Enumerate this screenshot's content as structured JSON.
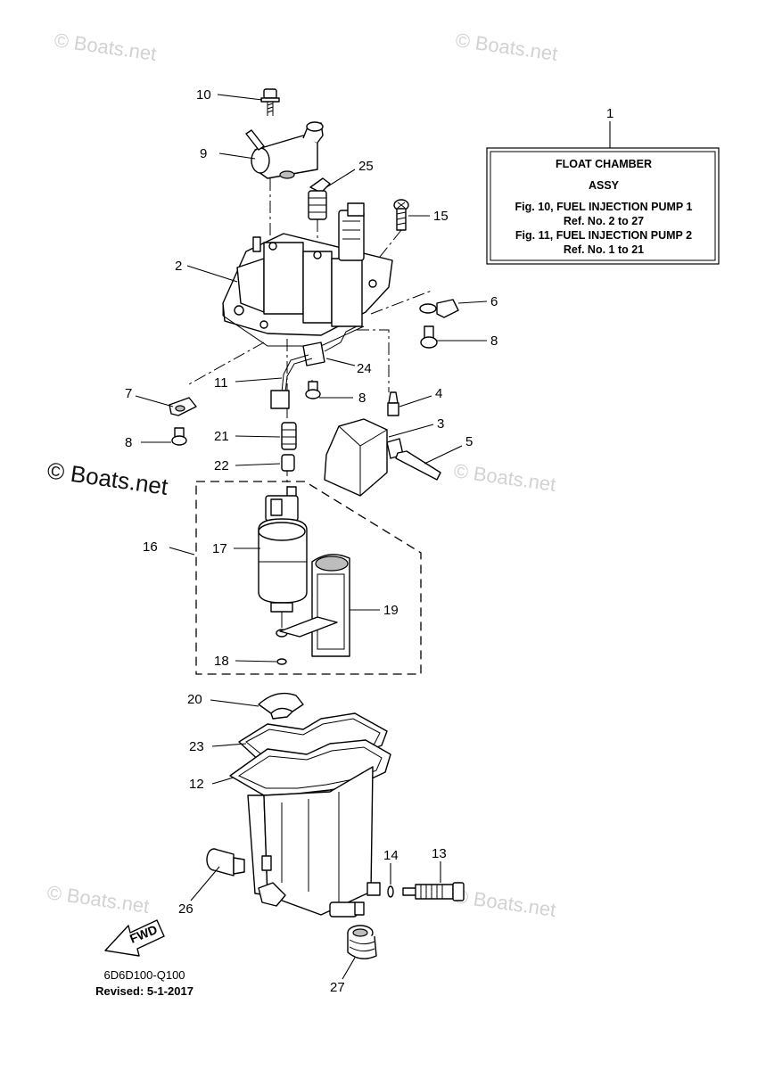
{
  "watermarks": [
    "© Boats.net",
    "© Boats.net",
    "© Boats.net",
    "© Boats.net",
    "© Boats.net",
    "© Boats.net"
  ],
  "info_box": {
    "ref_number": "1",
    "title": "FLOAT CHAMBER",
    "subtitle": "ASSY",
    "line1": "Fig. 10, FUEL INJECTION PUMP 1",
    "line2": "Ref. No. 2 to 27",
    "line3": "Fig. 11, FUEL INJECTION PUMP 2",
    "line4": "Ref. No. 1 to 21"
  },
  "callouts": {
    "n2": "2",
    "n3": "3",
    "n4": "4",
    "n5": "5",
    "n6": "6",
    "n7": "7",
    "n8a": "8",
    "n8b": "8",
    "n8c": "8",
    "n9": "9",
    "n10": "10",
    "n11": "11",
    "n12": "12",
    "n13": "13",
    "n14": "14",
    "n15": "15",
    "n16": "16",
    "n17": "17",
    "n18": "18",
    "n19": "19",
    "n20": "20",
    "n21": "21",
    "n22": "22",
    "n23": "23",
    "n24": "24",
    "n25": "25",
    "n26": "26",
    "n27": "27"
  },
  "fwd_label": "FWD",
  "diagram_code": "6D6D100-Q100",
  "revised": "Revised: 5-1-2017",
  "icons": [
    "fwd-arrow-icon"
  ]
}
